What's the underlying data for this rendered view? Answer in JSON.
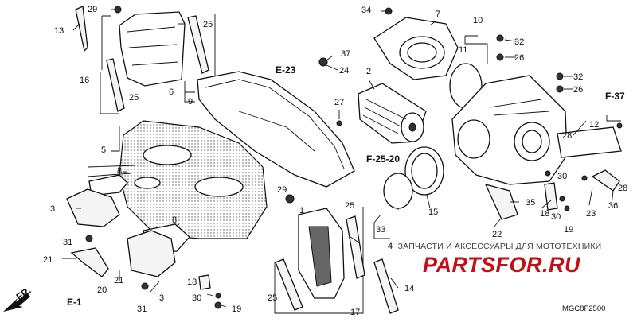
{
  "diagram": {
    "code": "MGC8F2500",
    "direction": "FR.",
    "refs": {
      "e1": "E-1",
      "e23": "E-23",
      "f2520": "F-25-20",
      "f37": "F-37"
    },
    "callouts": {
      "n1": "1",
      "n2": "2",
      "n3a": "3",
      "n3b": "3",
      "n4": "4",
      "n5": "5",
      "n6": "6",
      "n7": "7",
      "n8a": "8",
      "n8b": "8",
      "n9": "9",
      "n10": "10",
      "n11": "11",
      "n12": "12",
      "n13": "13",
      "n14": "14",
      "n15": "15",
      "n16": "16",
      "n17": "17",
      "n18a": "18",
      "n18b": "18",
      "n19a": "19",
      "n19b": "19",
      "n20": "20",
      "n21a": "21",
      "n21b": "21",
      "n22": "22",
      "n23": "23",
      "n24": "24",
      "n25a": "25",
      "n25b": "25",
      "n25c": "25",
      "n25d": "25",
      "n26a": "26",
      "n26b": "26",
      "n27": "27",
      "n28a": "28",
      "n28b": "28",
      "n29a": "29",
      "n29b": "29",
      "n30a": "30",
      "n30b": "30",
      "n30c": "30",
      "n31a": "31",
      "n31b": "31",
      "n32a": "32",
      "n32b": "32",
      "n33": "33",
      "n34": "34",
      "n35": "35",
      "n36": "36",
      "n37": "37"
    }
  },
  "watermark": {
    "tagline": "ЗАПЧАСТИ И АКСЕССУАРЫ ДЛЯ МОТОТЕХНИКИ",
    "logo": "PARTSFOR.RU"
  }
}
